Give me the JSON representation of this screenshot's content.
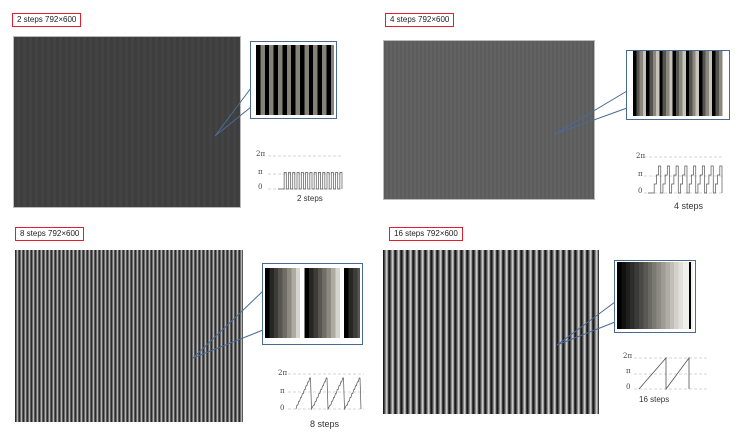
{
  "panels": [
    {
      "id": "2-steps",
      "label": "2 steps 792×600",
      "caption": "2 steps",
      "steps": 2,
      "resolution": "792×600",
      "main_color": "#404040",
      "stripe_colors": [
        "#000000",
        "#858279"
      ],
      "y_axis": [
        "2π",
        "π",
        "0"
      ]
    },
    {
      "id": "4-steps",
      "label": "4 steps 792×600",
      "caption": "4 steps",
      "steps": 4,
      "resolution": "792×600",
      "main_color": "#5e5e5e",
      "stripe_colors": [
        "#000000",
        "#55534e",
        "#8a877f",
        "#c6c3bb"
      ],
      "y_axis": [
        "2π",
        "π",
        "0"
      ]
    },
    {
      "id": "8-steps",
      "label": "8 steps 792×600",
      "caption": "8 steps",
      "steps": 8,
      "resolution": "792×600",
      "main_color": "#6a6a6a",
      "stripe_colors": [
        "#000000",
        "#262624",
        "#3d3c39",
        "#56554f",
        "#6f6d66",
        "#8d8a82",
        "#aeaba3",
        "#d6d4ce"
      ],
      "y_axis": [
        "2π",
        "π",
        "0"
      ]
    },
    {
      "id": "16-steps",
      "label": "16 steps 792×600",
      "caption": "16 steps",
      "steps": 16,
      "resolution": "792×600",
      "main_color": "#777777",
      "stripe_colors": [
        "#000000",
        "#111110",
        "#1f1f1e",
        "#2d2d2b",
        "#3b3b38",
        "#4a4946",
        "#5a5954",
        "#6a6963",
        "#7b7972",
        "#8c8a82",
        "#9d9b93",
        "#afada5",
        "#c1bfb7",
        "#d2d0c9",
        "#e2e0da",
        "#f0efea"
      ],
      "y_axis": [
        "2π",
        "π",
        "0"
      ]
    }
  ]
}
